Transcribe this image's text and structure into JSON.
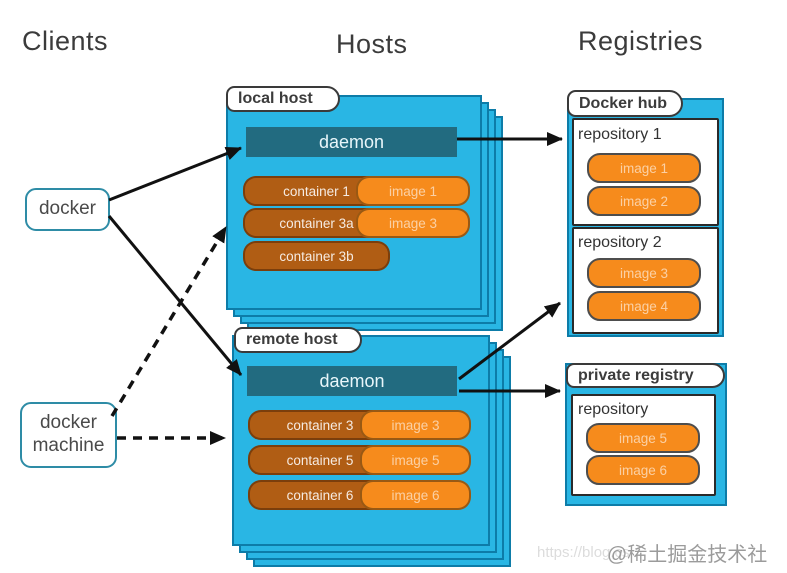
{
  "headers": {
    "clients": "Clients",
    "hosts": "Hosts",
    "registries": "Registries"
  },
  "clients": {
    "docker_label": "docker",
    "docker_machine_label": "docker machine"
  },
  "hosts": [
    {
      "label": "local host",
      "daemon_label": "daemon",
      "containers": [
        "container 1",
        "container 3a",
        "container 3b"
      ],
      "images": [
        "image 1",
        "image 3"
      ]
    },
    {
      "label": "remote host",
      "daemon_label": "daemon",
      "containers": [
        "container 3",
        "container 5",
        "container 6"
      ],
      "images": [
        "image 3",
        "image 5",
        "image 6"
      ]
    }
  ],
  "registries": [
    {
      "label": "Docker hub",
      "repositories": [
        {
          "name": "repository 1",
          "images": [
            "image 1",
            "image 2"
          ]
        },
        {
          "name": "repository 2",
          "images": [
            "image 3",
            "image 4"
          ]
        }
      ]
    },
    {
      "label": "private registry",
      "repositories": [
        {
          "name": "repository",
          "images": [
            "image 5",
            "image 6"
          ]
        }
      ]
    }
  ],
  "watermark": {
    "url_text": "https://blog.cs",
    "site_text": "@稀土掘金技术社区"
  },
  "colors": {
    "host_fill": "#29b6e4",
    "host_border": "#0d7ca8",
    "daemon_fill": "#226b80",
    "container_fill": "#b05d14",
    "image_fill": "#f68b1c",
    "arrow": "#111111"
  }
}
